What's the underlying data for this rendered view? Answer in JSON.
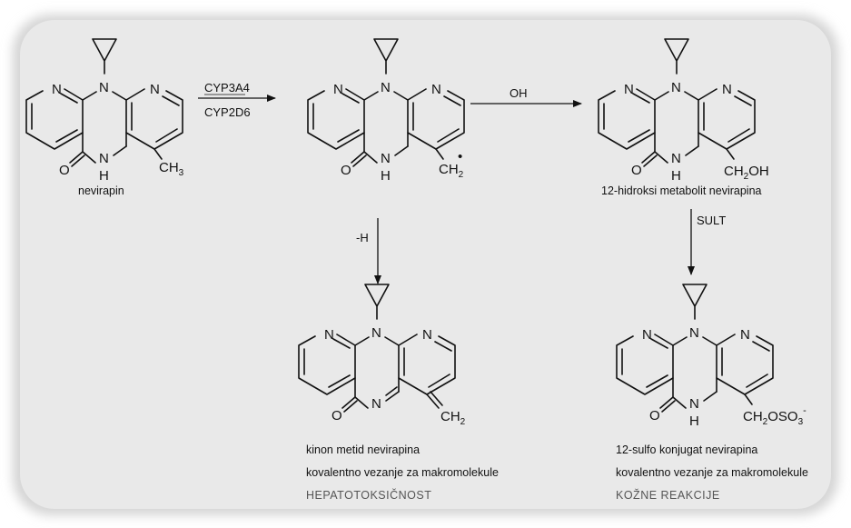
{
  "atoms": {
    "N": "N",
    "NH_N": "N",
    "NH_H": "H",
    "O": "O",
    "CH": "CH",
    "sub3": "3",
    "sub2": "2",
    "OH": "OH",
    "OSO": "OSO",
    "minus": "-",
    "dot": "•"
  },
  "labels": {
    "nevirapin": "nevirapin",
    "metabolite_12": "12-hidroksi metabolit nevirapina",
    "quinone_line1": "kinon metid nevirapina",
    "quinone_line2": "kovalentno vezanje za makromolekule",
    "quinone_effect": "HEPATOTOKSIČNOST",
    "sulfo_line1": "12-sulfo konjugat nevirapina",
    "sulfo_line2": "kovalentno vezanje za makromolekule",
    "sulfo_effect": "KOŽNE REAKCIJE"
  },
  "arrows": {
    "enzyme1": "CYP3A4",
    "enzyme2": "CYP2D6",
    "oh_step": "OH",
    "h_loss": "-H",
    "sult": "SULT"
  },
  "colors": {
    "panel_bg": "#e9e9e9",
    "panel_edge": "#d4d4d4",
    "ink": "#111111",
    "effect_text": "#555555"
  }
}
